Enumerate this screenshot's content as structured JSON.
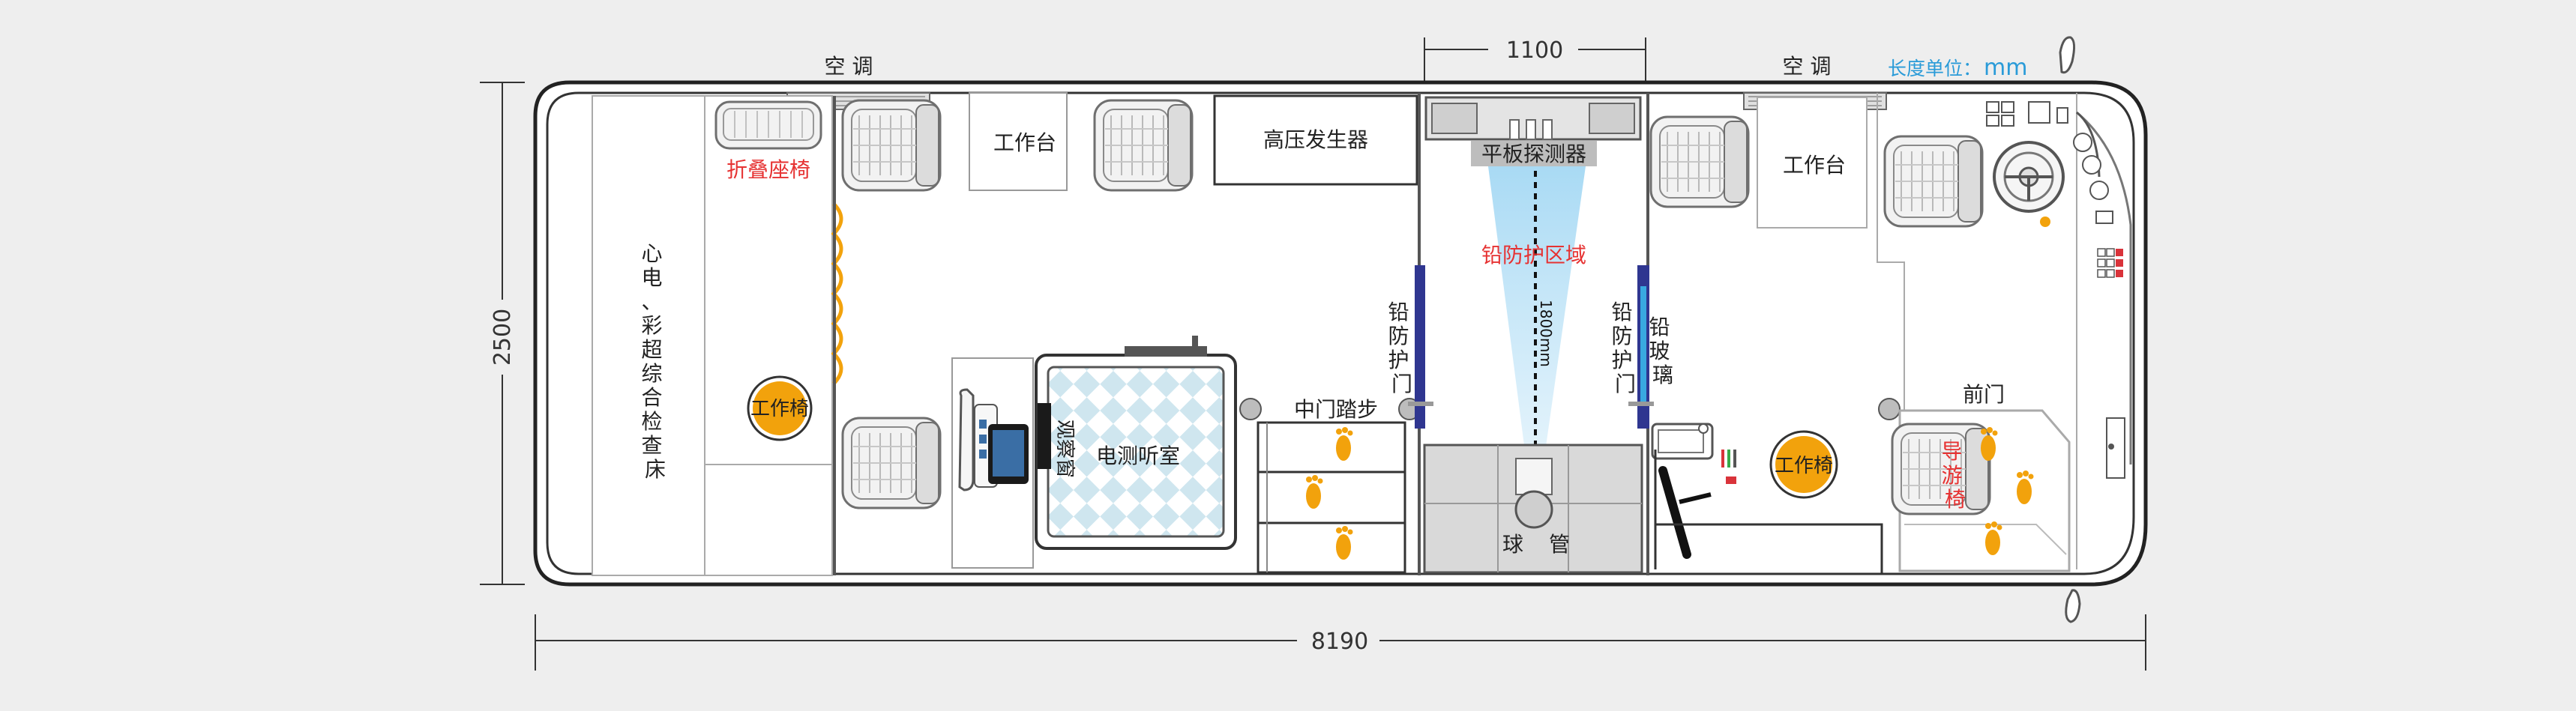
{
  "dimensions": {
    "length": "8190",
    "width": "2500",
    "detector_span": "1100",
    "radiation_height": "1800mm",
    "unit_label": "长度单位：",
    "unit_value": "mm"
  },
  "labels": {
    "ac_left": "空 调",
    "ac_right": "空 调",
    "folding_seat": "折叠座椅",
    "ecg_bed_chars": [
      "心",
      "电",
      "、",
      "彩",
      "超",
      "综",
      "合",
      "检",
      "查",
      "床"
    ],
    "work_chair": "工作椅",
    "workbench_left": "工作台",
    "workbench_right": "工作台",
    "hv_generator": "高压发生器",
    "flat_detector": "平板探测器",
    "lead_zone": "铅防护区域",
    "lead_door_chars": [
      "铅",
      "防",
      "护",
      "门"
    ],
    "lead_glass_chars": [
      "铅",
      "玻",
      "璃"
    ],
    "middle_step": "中门踏步",
    "observation_window_chars": [
      "观",
      "察",
      "窗"
    ],
    "audiometry_room": "电测听室",
    "tube_left": "球",
    "tube_right": "管",
    "front_door": "前门",
    "guide_seat_chars": [
      "导",
      "游",
      "椅"
    ]
  },
  "colors": {
    "accent_red": "#e63232",
    "accent_blue": "#2a9bd8",
    "chair_orange": "#f2a20c",
    "lead_door_navy": "#2f3690",
    "lead_glass_cyan": "#39a9e0"
  }
}
